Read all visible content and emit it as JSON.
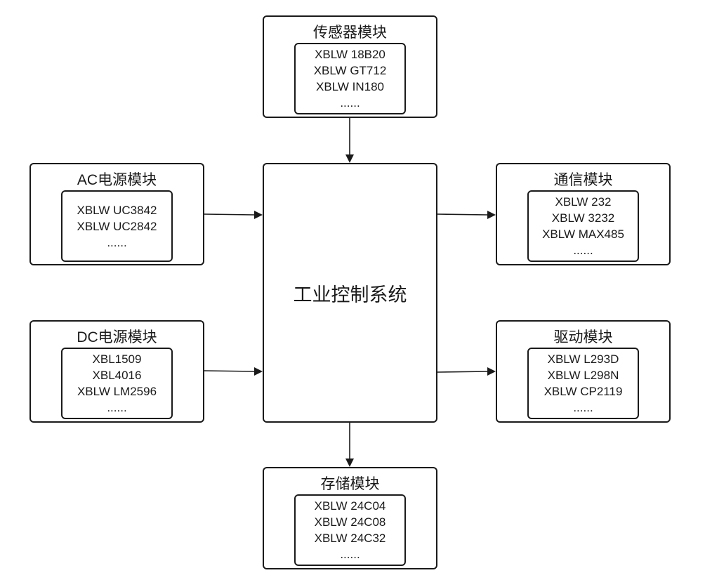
{
  "colors": {
    "stroke": "#1a1a1a",
    "background": "#ffffff"
  },
  "center": {
    "label": "工业控制系统"
  },
  "modules": [
    {
      "title": "传感器模块",
      "items": [
        "XBLW 18B20",
        "XBLW GT712",
        "XBLW IN180",
        "......"
      ]
    },
    {
      "title": "AC电源模块",
      "items": [
        "XBLW UC3842",
        "XBLW UC2842",
        "......"
      ]
    },
    {
      "title": "DC电源模块",
      "items": [
        "XBL1509",
        "XBL4016",
        "XBLW LM2596",
        "......"
      ]
    },
    {
      "title": "通信模块",
      "items": [
        "XBLW 232",
        "XBLW 3232",
        "XBLW MAX485",
        "......"
      ]
    },
    {
      "title": "驱动模块",
      "items": [
        "XBLW L293D",
        "XBLW L298N",
        "XBLW CP2119",
        "......"
      ]
    },
    {
      "title": "存储模块",
      "items": [
        "XBLW 24C04",
        "XBLW 24C08",
        "XBLW 24C32",
        "......"
      ]
    }
  ]
}
